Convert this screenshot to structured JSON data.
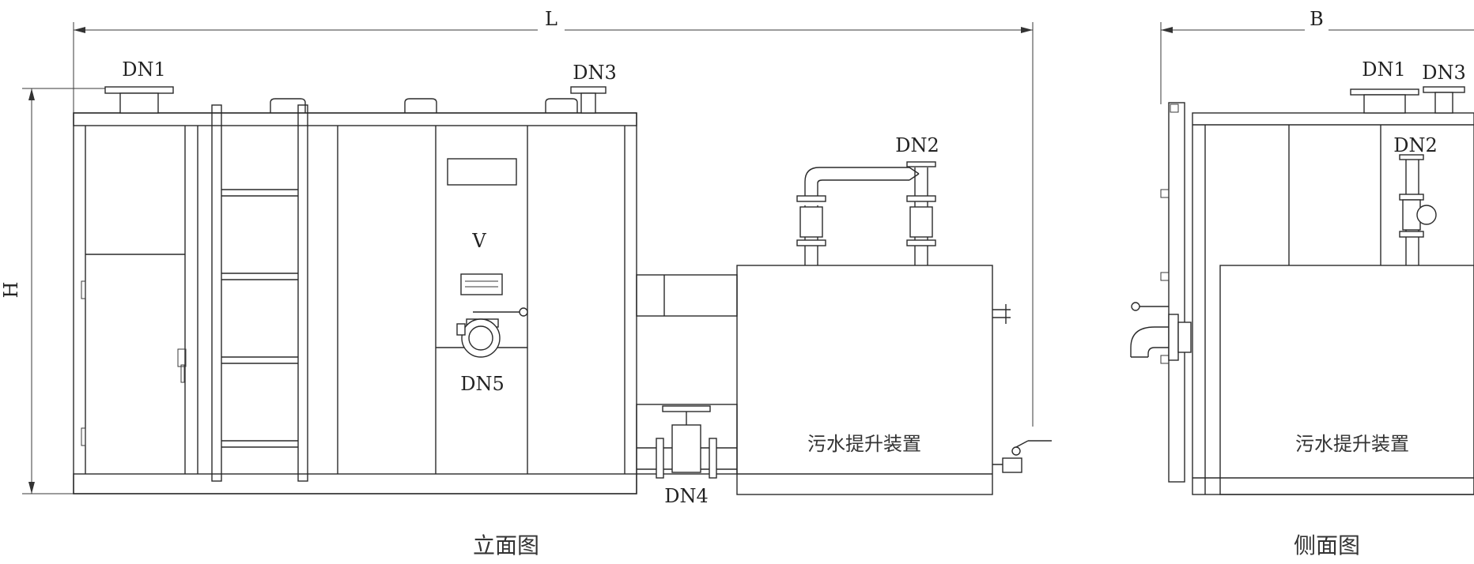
{
  "front_view": {
    "dim_length": "L",
    "dim_height": "H",
    "label_dn1": "DN1",
    "label_dn2": "DN2",
    "label_dn3": "DN3",
    "label_dn4": "DN4",
    "label_dn5": "DN5",
    "label_v": "V",
    "tank_label": "污水提升装置",
    "caption": "立面图"
  },
  "side_view": {
    "dim_width": "B",
    "label_dn1": "DN1",
    "label_dn2": "DN2",
    "label_dn3": "DN3",
    "tank_label": "污水提升装置",
    "caption": "侧面图"
  }
}
